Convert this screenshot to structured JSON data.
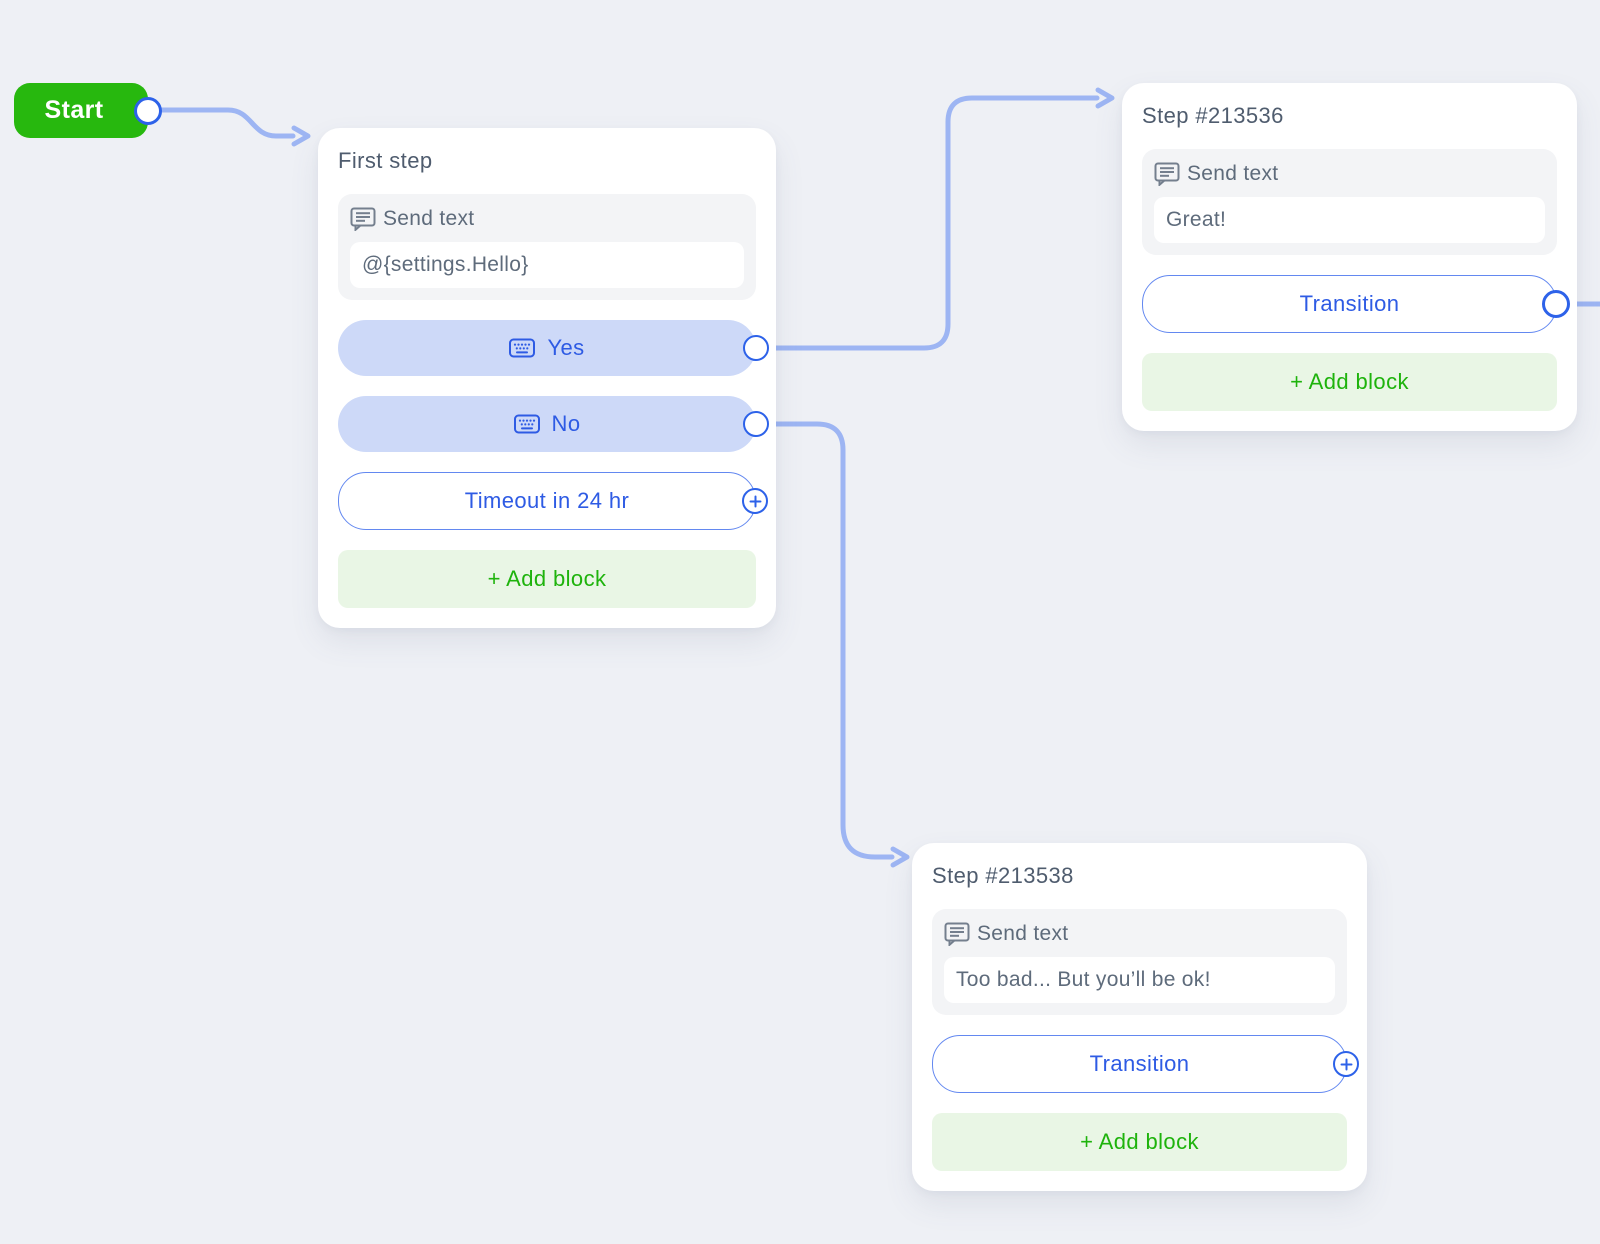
{
  "palette": {
    "canvas_bg": "#eef0f5",
    "connector_line": "#9db5f3",
    "start_green": "#27b80e",
    "add_block_bg": "#e9f6e5",
    "add_block_text": "#1eb30c",
    "accent_blue": "#2e5be4",
    "reply_pill_bg": "#cdd9f8",
    "outline_border": "#6388f0",
    "port_border": "#2d62e9",
    "title_text": "#4f5c6e",
    "body_text": "#5e6b7b",
    "block_bg": "#f3f4f6",
    "card_bg": "#ffffff"
  },
  "icons": {
    "send_text": "speech-bubble-icon",
    "reply_button": "keyboard-icon",
    "plus_port": "plus-circle-icon",
    "output_port": "connection-port-circle"
  },
  "start_node": {
    "label": "Start"
  },
  "first_step": {
    "title": "First step",
    "send_text_label": "Send text",
    "message": "@{settings.Hello}",
    "yes_label": "Yes",
    "no_label": "No",
    "timeout_label": "Timeout in 24 hr",
    "add_block_label": "+ Add block"
  },
  "step_213536": {
    "title": "Step #213536",
    "send_text_label": "Send text",
    "message": "Great!",
    "transition_label": "Transition",
    "add_block_label": "+ Add block"
  },
  "step_213538": {
    "title": "Step #213538",
    "send_text_label": "Send text",
    "message": "Too bad... But you’ll be ok!",
    "transition_label": "Transition",
    "add_block_label": "+ Add block"
  },
  "connections": [
    {
      "from": "start",
      "to": "first_step"
    },
    {
      "from": "first_step.yes",
      "to": "step_213536"
    },
    {
      "from": "first_step.no",
      "to": "step_213538"
    },
    {
      "from": "step_213536.transition",
      "to": "off-canvas-right"
    }
  ]
}
